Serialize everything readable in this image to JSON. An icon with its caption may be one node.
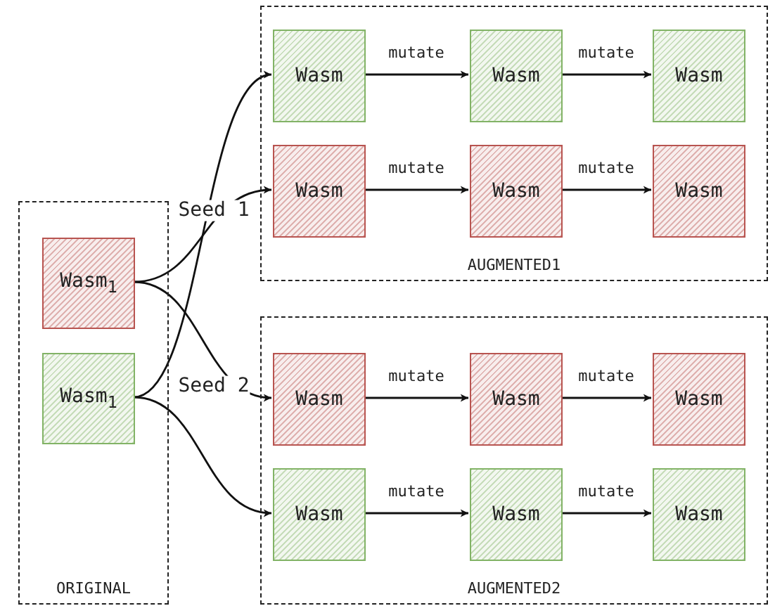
{
  "diagram": {
    "nodes": [
      {
        "text": [
          "ORIGINAL"
        ]
      },
      {
        "text": [
          "Wasm$_{1}$"
        ],
        "in": 0
      },
      {
        "text": [
          "Wasm$_{1}$"
        ],
        "in": 0
      },
      {
        "text": [
          "AUGMENTED1"
        ]
      },
      {
        "text": [
          "Wasm"
        ],
        "in": 3
      },
      {
        "text": [
          "Wasm"
        ],
        "in": 3
      },
      {
        "text": [
          "Wasm"
        ],
        "in": 3
      },
      {
        "text": [
          "Wasm"
        ],
        "in": 3
      },
      {
        "text": [
          "Wasm"
        ],
        "in": 3
      },
      {
        "text": [
          "Wasm"
        ],
        "in": 3
      },
      {
        "text": [
          "AUGMENTED2"
        ]
      },
      {
        "text": [
          "Wasm"
        ],
        "in": 10
      },
      {
        "text": [
          "Wasm"
        ],
        "in": 10
      },
      {
        "text": [
          "Wasm"
        ],
        "in": 10
      },
      {
        "text": [
          "Wasm"
        ],
        "in": 10
      },
      {
        "text": [
          "Wasm"
        ],
        "in": 10
      },
      {
        "text": [
          "Wasm"
        ],
        "in": 10
      }
    ],
    "edges": [
      {
        "from": 2,
        "to": 4,
        "arrow": "to"
      },
      {
        "from": 1,
        "to": 7,
        "arrow": "to",
        "label": "Seed 1"
      },
      {
        "from": 1,
        "to": 11,
        "arrow": "to",
        "label": "Seed 2"
      },
      {
        "from": 2,
        "to": 14,
        "arrow": "to"
      },
      {
        "from": 4,
        "to": 5,
        "arrow": "to",
        "label": "mutate"
      },
      {
        "from": 5,
        "to": 6,
        "arrow": "to",
        "label": "mutate"
      },
      {
        "from": 7,
        "to": 8,
        "arrow": "to",
        "label": "mutate"
      },
      {
        "from": 8,
        "to": 9,
        "arrow": "to",
        "label": "mutate"
      },
      {
        "from": 11,
        "to": 12,
        "arrow": "to",
        "label": "mutate"
      },
      {
        "from": 12,
        "to": 13,
        "arrow": "to",
        "label": "mutate"
      },
      {
        "from": 14,
        "to": 15,
        "arrow": "to",
        "label": "mutate"
      },
      {
        "from": 15,
        "to": 16,
        "arrow": "to",
        "label": "mutate"
      }
    ]
  }
}
